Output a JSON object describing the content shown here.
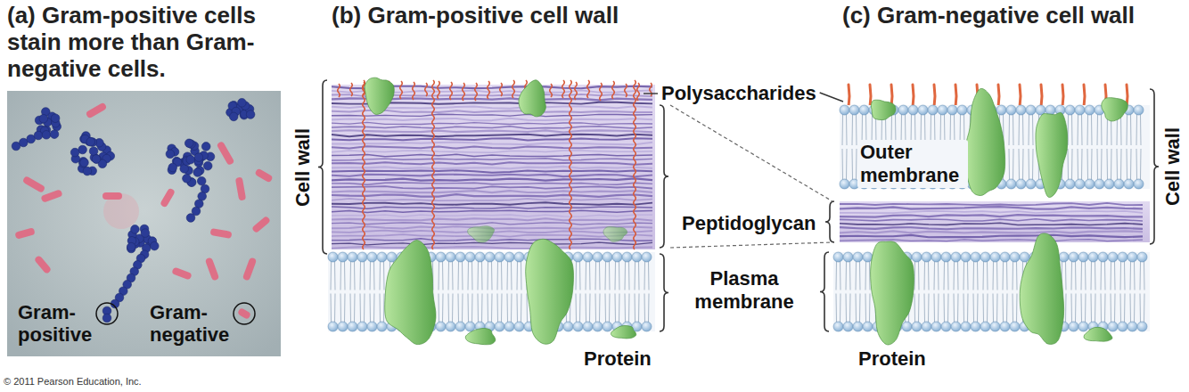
{
  "diagram": {
    "nodes": [
      {
        "text": [
          "Gram-positive",
          "Gram-negative"
        ]
      }
    ],
    "labels": [
      "(a) Gram-positive cells stain more than Gram-negative cells.",
      "(b) Gram-positive cell wall",
      "(c) Gram-negative cell wall",
      "Cell wall",
      "Polysaccharides",
      "Peptidoglycan",
      "Plasma membrane",
      "Protein",
      "Outer membrane",
      "Protein",
      "Cell wall",
      "© 2011 Pearson Education, Inc."
    ]
  }
}
